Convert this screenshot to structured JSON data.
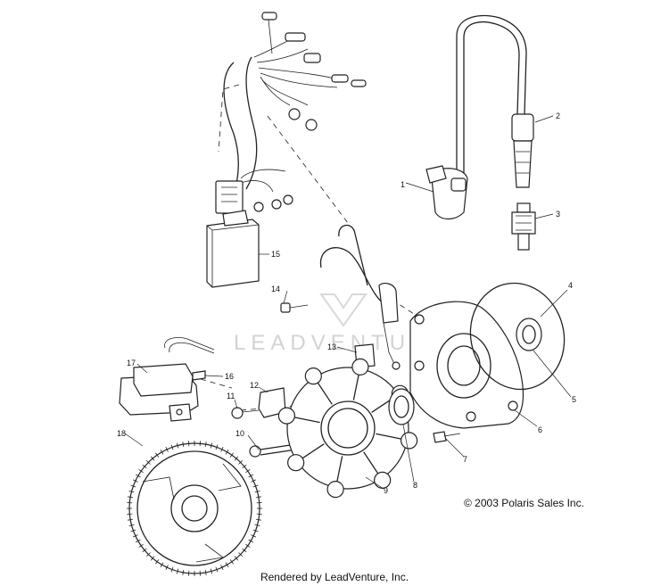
{
  "callouts": {
    "c1": "1",
    "c2": "2",
    "c3": "3",
    "c4": "4",
    "c5": "5",
    "c6": "6",
    "c7": "7",
    "c8": "8",
    "c9": "9",
    "c10": "10",
    "c11": "11",
    "c12": "12",
    "c13": "13",
    "c14": "14",
    "c15": "15",
    "c16": "16",
    "c17": "17",
    "c18": "18"
  },
  "watermark": "LEADVENTURE",
  "copyright": "© 2003 Polaris Sales Inc.",
  "footer": "Rendered by LeadVenture, Inc."
}
